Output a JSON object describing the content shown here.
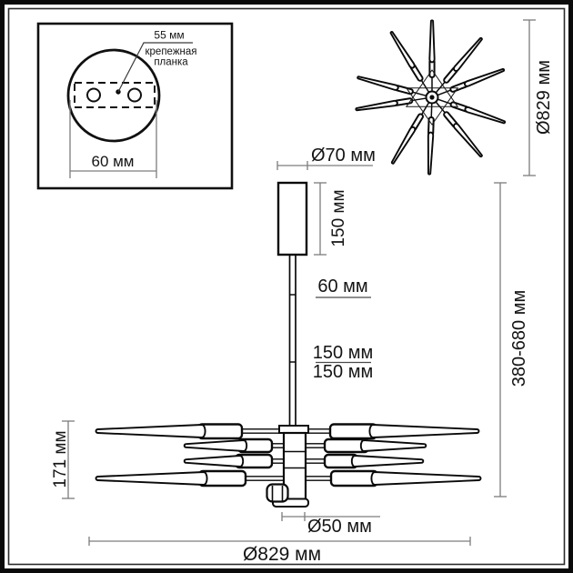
{
  "colors": {
    "ink": "#0a0a0a",
    "dimension_line": "#7d7d7d",
    "text": "#141414"
  },
  "labels": {
    "mount": {
      "hole_spacing": "55 мм",
      "bracket_line1": "крепежная",
      "bracket_line2": "планка",
      "plate_width": "60 мм"
    },
    "top_view": {
      "diameter": "Ø829 мм"
    },
    "side": {
      "canopy_diameter": "Ø70 мм",
      "canopy_height": "150 мм",
      "rod_segment_1": "60 мм",
      "rod_segment_2": "150 мм",
      "rod_segment_3": "150 мм",
      "overall_height": "380-680 мм",
      "body_height": "171 мм",
      "hub_diameter": "Ø50 мм",
      "overall_diameter": "Ø829 мм"
    }
  }
}
